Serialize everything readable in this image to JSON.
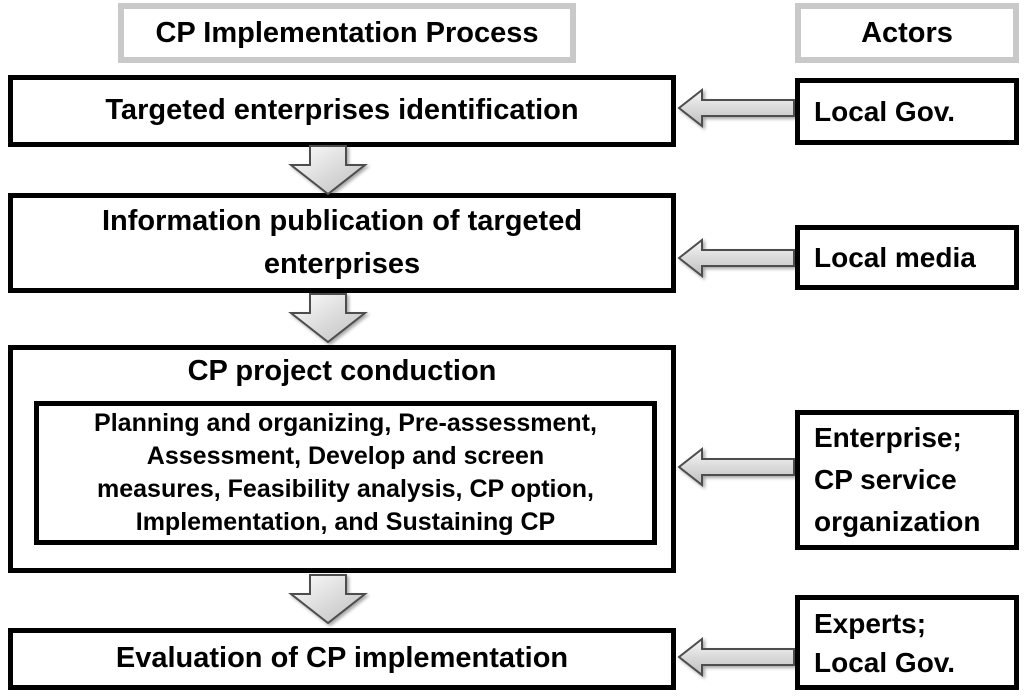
{
  "headers": {
    "process": "CP Implementation Process",
    "actors": "Actors"
  },
  "steps": [
    {
      "label": "Targeted enterprises identification"
    },
    {
      "label": "Information publication of targeted\nenterprises"
    },
    {
      "title": "CP project conduction",
      "detail": "Planning and organizing, Pre-assessment,\nAssessment, Develop and screen\nmeasures, Feasibility analysis, CP option,\nImplementation, and Sustaining CP"
    },
    {
      "label": "Evaluation of CP implementation"
    }
  ],
  "actors": [
    {
      "label": "Local Gov."
    },
    {
      "label": "Local media"
    },
    {
      "label": "Enterprise;\nCP service\norganization"
    },
    {
      "label": "Experts;\nLocal Gov."
    }
  ],
  "colors": {
    "box_border": "#000000",
    "header_border": "#c9c9c9",
    "background": "#ffffff",
    "text": "#000000",
    "arrow_fill_light": "#f7f7f7",
    "arrow_fill_dark": "#bdbdbd",
    "arrow_outline": "#4d4d4d"
  }
}
